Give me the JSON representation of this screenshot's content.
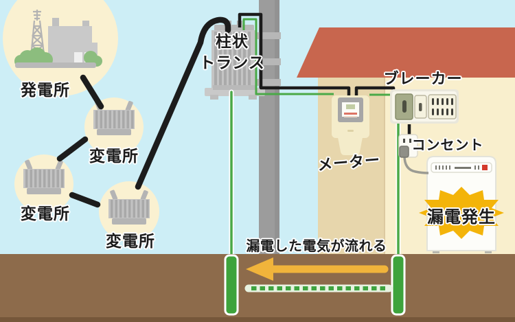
{
  "figure": {
    "type": "electric-leakage-illustration"
  },
  "grid": {
    "power_plant": {
      "label": "発電所"
    },
    "substations": [
      {
        "label": "変電所"
      },
      {
        "label": "変電所"
      },
      {
        "label": "変電所"
      }
    ],
    "pole_transformer": {
      "label_line1": "柱状",
      "label_line2": "トランス"
    }
  },
  "house": {
    "meter": {
      "label": "メーター"
    },
    "breaker": {
      "label": "ブレーカー"
    },
    "outlet": {
      "label": "コンセント"
    },
    "appliance": {
      "badge": "漏電発生"
    }
  },
  "underground": {
    "caption": "漏電した電気が流れる"
  },
  "colors": {
    "sky": "#cdeef6",
    "halo_cream": "#faf1d1",
    "ground_brown": "#8d6b4b",
    "ground_dark": "#76573a",
    "roof_terracotta": "#c8664e",
    "wall_tan": "#e7d6ac",
    "wall_cream": "#f9efcd",
    "wire_black": "#1c1c1c",
    "wire_green": "#4aa947",
    "electrode_green": "#3ea33c",
    "arrow_yellow": "#f1b43b",
    "burst_yellow": "#f3b40a",
    "gray_equipment": "#c3c3c3"
  },
  "icons": {
    "power_plant": "power-plant-icon",
    "substation": "substation-icon",
    "utility_pole": "utility-pole-icon",
    "pole_transformer": "pole-transformer-icon",
    "meter": "meter-icon",
    "breaker_panel": "breaker-panel-icon",
    "outlet": "outlet-icon",
    "plug": "plug-icon",
    "appliance": "appliance-icon",
    "ground_electrode": "ground-electrode-icon",
    "leak_arrow": "leak-flow-arrow-icon",
    "burst_badge": "burst-badge-icon"
  }
}
